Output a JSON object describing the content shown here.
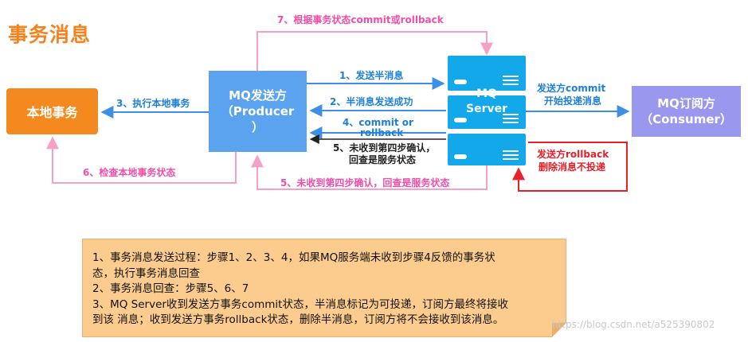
{
  "title": "事务消息",
  "nodes": {
    "local_tx": "本地事务",
    "producer": [
      "MQ发送方",
      "（Producer",
      "）"
    ],
    "server": [
      "MQ",
      "Server"
    ],
    "consumer": [
      "MQ订阅方",
      "（Consumer）"
    ]
  },
  "labels": {
    "step1": "1、发送半消息",
    "step2": "2、半消息发送成功",
    "step3": "3、执行本地事务",
    "step4a": "4、commit or",
    "step4b": "rollback",
    "step5_black_a": "5、未收到第四步确认，",
    "step5_black_b": "回查是服务状态",
    "step5_pink": "5、未收到第四步确认，回查是服务状态",
    "step6": "6、检查本地事务状态",
    "step7": "7、根据事务状态commit或rollback",
    "commit_a": "发送方commit",
    "commit_b": "开始投递消息",
    "rollback_a": "发送方rollback",
    "rollback_b": "删除消息不投递"
  },
  "note": {
    "line1": "1、事务消息发送过程：步骤1、2、3、4，如果MQ服务端未收到步骤4反馈的事务状",
    "line2": "态，执行事务消息回查",
    "line3": "2、事务消息回查：步骤5、6、7",
    "line4": "3、MQ Server收到发送方事务commit状态，半消息标记为可投递，订阅方最终将接收",
    "line5": "到该 消息；收到发送方事务rollback状态，删除半消息，订阅方将不会接收到该消息。"
  },
  "watermark": "https://blog.csdn.net/a525390802",
  "colors": {
    "orange": "#f48a1f",
    "producer": "#5ba3ef",
    "server": "#13a8ea",
    "consumer": "#9a97ee",
    "blue_arrow": "#3d8fe6",
    "pink_arrow": "#f6a0c8",
    "red_arrow": "#e8202a",
    "note": "#fccb8e"
  }
}
